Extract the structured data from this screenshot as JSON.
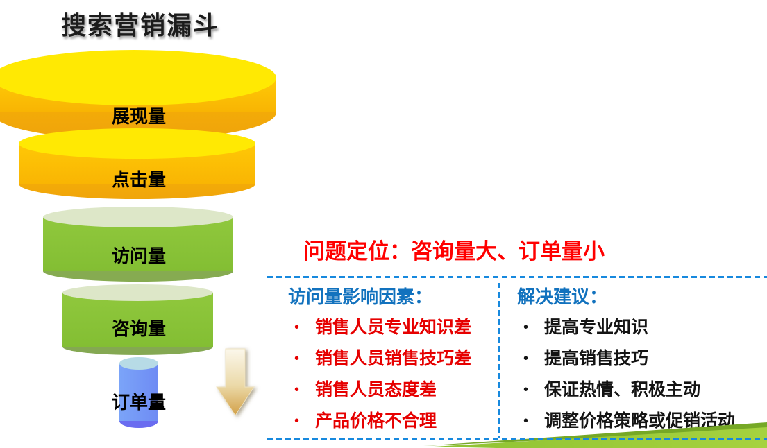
{
  "title": "搜索营销漏斗",
  "funnel": {
    "stages": [
      {
        "label": "展现量",
        "top_color": "#FFE903",
        "body_color": "#FFC406",
        "bottom_color": "#F0A50B"
      },
      {
        "label": "点击量",
        "top_color": "#FFE903",
        "body_color": "#FFC406",
        "bottom_color": "#F0A50B"
      },
      {
        "label": "访问量",
        "top_color": "#DDE7C8",
        "body_color": "#8CC63F",
        "bottom_color": "#86AB51"
      },
      {
        "label": "咨询量",
        "top_color": "#DDE7C8",
        "body_color": "#8CC63F",
        "bottom_color": "#84A852"
      },
      {
        "label": "订单量",
        "top_color": "#B7DBE6",
        "body_color": "#7499F6",
        "bottom_color": "#6A6CF0"
      }
    ]
  },
  "icons": {
    "bullet": "•",
    "down_arrow": "down-arrow",
    "swoosh": "green-swoosh"
  },
  "analysis": {
    "problem_title": "问题定位：咨询量大、订单量小",
    "factors": {
      "heading": "访问量影响因素：",
      "items": [
        "销售人员专业知识差",
        "销售人员销售技巧差",
        "销售人员态度差",
        "产品价格不合理"
      ]
    },
    "suggestions": {
      "heading": "解决建议：",
      "items": [
        "提高专业知识",
        "提高销售技巧",
        "保证热情、积极主动",
        "调整价格策略或促销活动"
      ]
    }
  },
  "colors": {
    "problem_title_red": "#FF0000",
    "heading_blue": "#1272BE",
    "factor_red": "#E60000",
    "suggestion_black": "#141414",
    "dashed_line_blue": "#1789DE",
    "swoosh_green": "#8CC63F",
    "arrow_tan": "#D2A048"
  }
}
